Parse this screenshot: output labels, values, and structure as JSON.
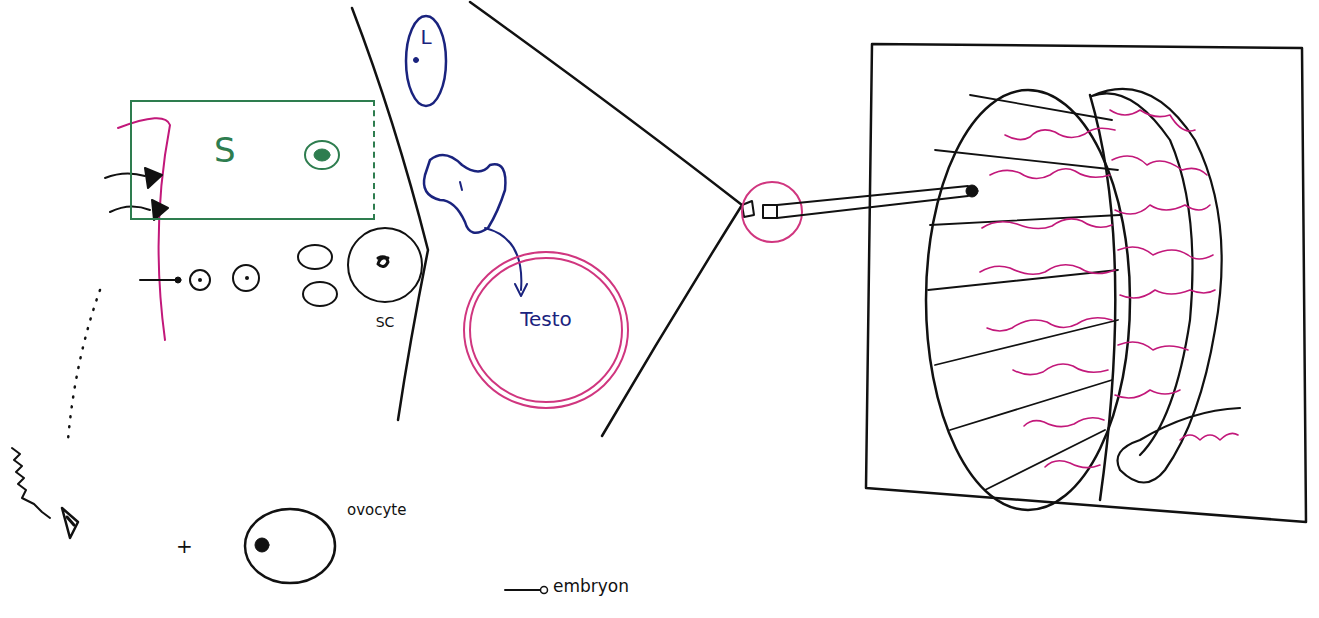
{
  "diagram": {
    "nodes": [
      {
        "text": [
          "S"
        ]
      },
      {
        "text": [
          "L"
        ]
      },
      {
        "text": [
          "Testo"
        ]
      },
      {
        "text": [
          "SC"
        ]
      },
      {
        "text": [
          "ovocyte"
        ]
      }
    ],
    "labels": [
      "+",
      "embryon"
    ]
  }
}
